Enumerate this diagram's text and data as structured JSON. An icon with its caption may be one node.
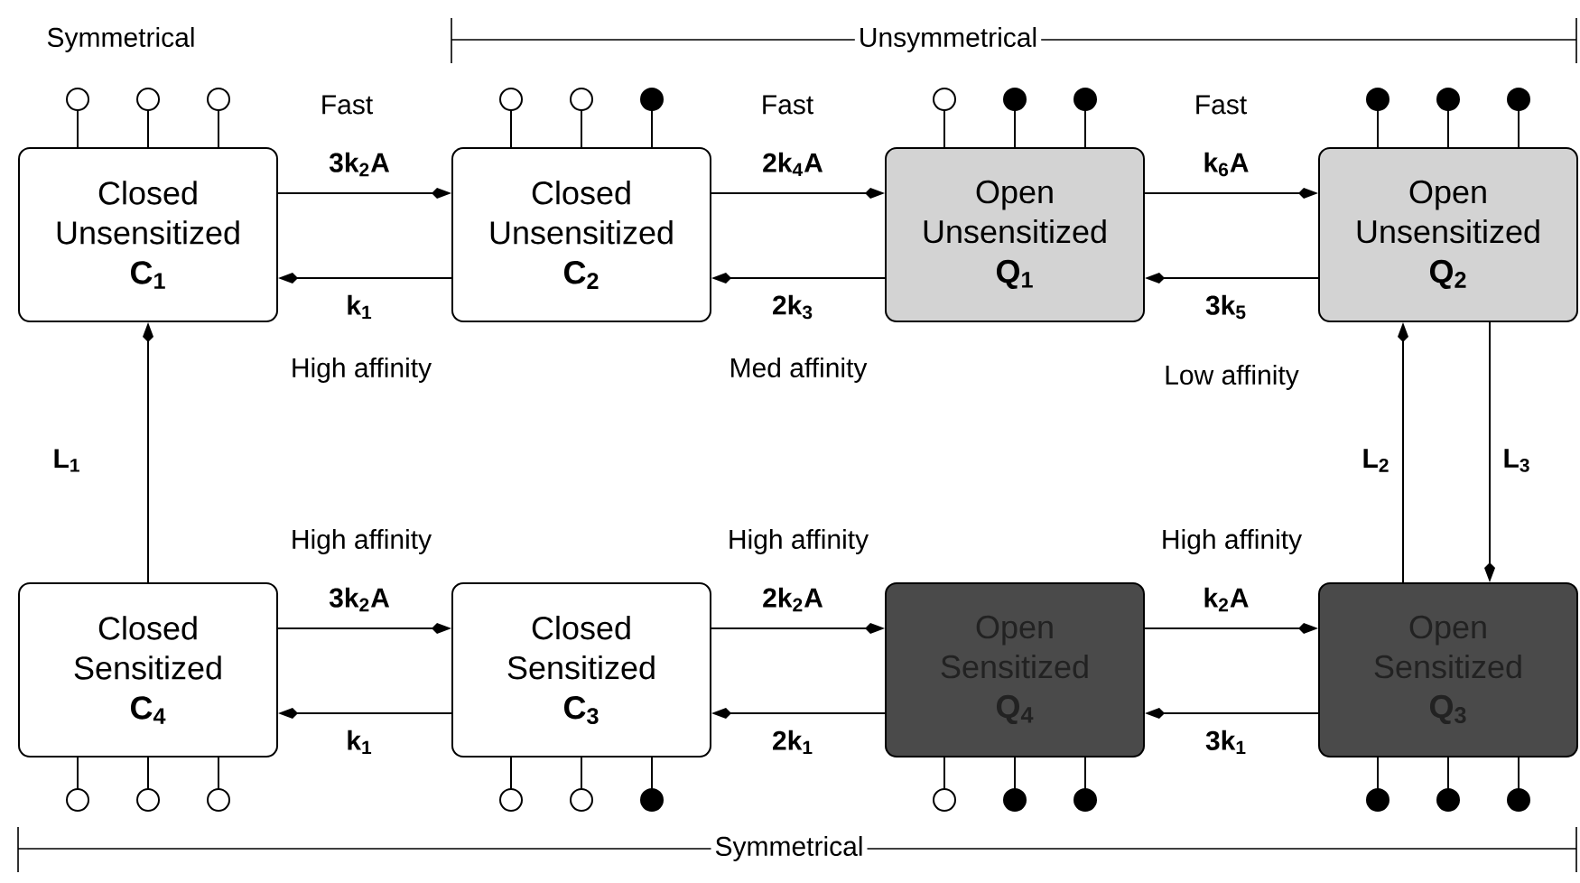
{
  "diagram": {
    "nodes": [
      {
        "text": [
          "Closed Unsensitized",
          "C$_{1}$"
        ]
      },
      {
        "text": [
          "Closed Unsensitized",
          "C$_{2}$"
        ]
      },
      {
        "text": [
          "Open Unsensitized",
          "Q$_{1}$"
        ]
      },
      {
        "text": [
          "Open Unsensitized",
          "Q$_{2}$"
        ]
      },
      {
        "text": [
          "Closed Sensitized",
          "C$_{4}$"
        ]
      },
      {
        "text": [
          "Closed Sensitized",
          "C$_{3}$"
        ]
      },
      {
        "text": [
          "Open Sensitized",
          "Q$_{4}$"
        ]
      },
      {
        "text": [
          "Open Sensitized",
          "Q$_{3}$"
        ]
      }
    ],
    "edges": [
      {
        "from": 0,
        "to": 1,
        "arrow": "to",
        "label": "3k$_{2}$A"
      },
      {
        "from": 1,
        "to": 0,
        "arrow": "to",
        "label": "k$_{1}$"
      },
      {
        "from": 1,
        "to": 2,
        "arrow": "to",
        "label": "2k$_{4}$A"
      },
      {
        "from": 2,
        "to": 1,
        "arrow": "to",
        "label": "2k$_{3}$"
      },
      {
        "from": 2,
        "to": 3,
        "arrow": "to",
        "label": "k$_{6}$A"
      },
      {
        "from": 3,
        "to": 2,
        "arrow": "to",
        "label": "3k$_{5}$"
      },
      {
        "from": 4,
        "to": 0,
        "arrow": "to",
        "label": "L$_{1}$"
      },
      {
        "from": 7,
        "to": 3,
        "arrow": "to",
        "label": "L$_{2}$"
      },
      {
        "from": 3,
        "to": 7,
        "arrow": "to",
        "label": "L$_{3}$"
      },
      {
        "from": 4,
        "to": 5,
        "arrow": "to",
        "label": "3k$_{2}$A"
      },
      {
        "from": 5,
        "to": 4,
        "arrow": "to",
        "label": "k$_{1}$"
      },
      {
        "from": 5,
        "to": 6,
        "arrow": "to",
        "label": "2k$_{2}$A"
      },
      {
        "from": 6,
        "to": 5,
        "arrow": "to",
        "label": "2k$_{1}$"
      },
      {
        "from": 6,
        "to": 7,
        "arrow": "to",
        "label": "k$_{2}$A"
      },
      {
        "from": 7,
        "to": 6,
        "arrow": "to",
        "label": "3k$_{1}$"
      }
    ],
    "labels": [
      "Symmetrical",
      "Unsymmetrical",
      "Fast",
      "Fast",
      "Fast",
      "High affinity",
      "Med affinity",
      "Low affinity",
      "High affinity",
      "High affinity",
      "High affinity",
      "Symmetrical"
    ]
  }
}
